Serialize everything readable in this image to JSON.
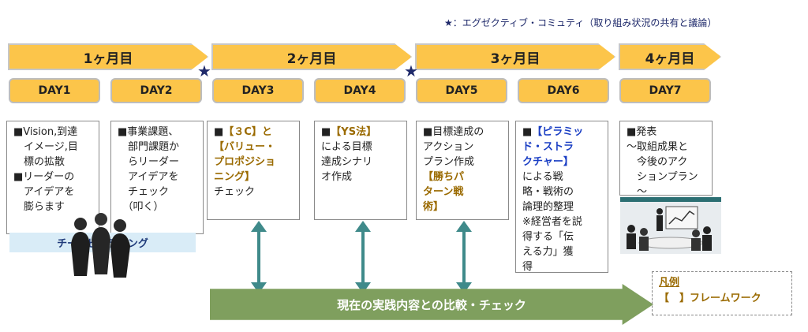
{
  "legend_note": "★：エグゼクティブ・コミュティ（取り組み状況の共有と議論）",
  "months": [
    "1ヶ月目",
    "2ヶ月目",
    "3ヶ月目",
    "4ヶ月目"
  ],
  "days": [
    "DAY1",
    "DAY2",
    "DAY3",
    "DAY4",
    "DAY5",
    "DAY6",
    "DAY7"
  ],
  "boxes": {
    "d1": [
      "■Vision,到達",
      "　イメージ,目",
      "　標の拡散",
      "■リーダーの",
      "　アイデアを",
      "　膨らます"
    ],
    "d2": [
      "■事業課題、",
      "　部門課題か",
      "　らリーダー",
      "　アイデアを",
      "　チェック",
      "　（叩く）"
    ],
    "d3_prefix": "■",
    "d3_hl": [
      "【３C】と",
      "【バリュー・",
      "プロポジショ",
      "ニング】"
    ],
    "d3_tail": "チェック",
    "d4_prefix": "■",
    "d4_hl": "【YS法】",
    "d4_rest": [
      "による目標",
      "達成シナリ",
      "オ作成"
    ],
    "d5": [
      "■目標達成の",
      "アクション",
      "プラン作成"
    ],
    "d5_hl": [
      "【勝ちパ",
      "ターン戦",
      "術】"
    ],
    "d6_prefix": "■",
    "d6_hl": [
      "【ピラミッ",
      "ド・ストラ",
      "クチャー】"
    ],
    "d6_rest": [
      "による戦",
      "略・戦術の",
      "論理的整理",
      "※経営者を説",
      "得する「伝",
      "える力」獲",
      "得"
    ],
    "d7": [
      "■発表",
      "〜取組成果と",
      "　今後のアク",
      "　ションプラン",
      "　〜"
    ]
  },
  "team_building": "チームビルディング",
  "compare_label": "現在の実践内容との比較・チェック",
  "legend": {
    "title": "凡例",
    "item": "【　】フレームワーク"
  },
  "colors": {
    "month_fill": "#fcc54a",
    "arrow_teal": "#3f8a8a",
    "compare_green": "#7f9f5e",
    "star": "#1f2a6b"
  }
}
